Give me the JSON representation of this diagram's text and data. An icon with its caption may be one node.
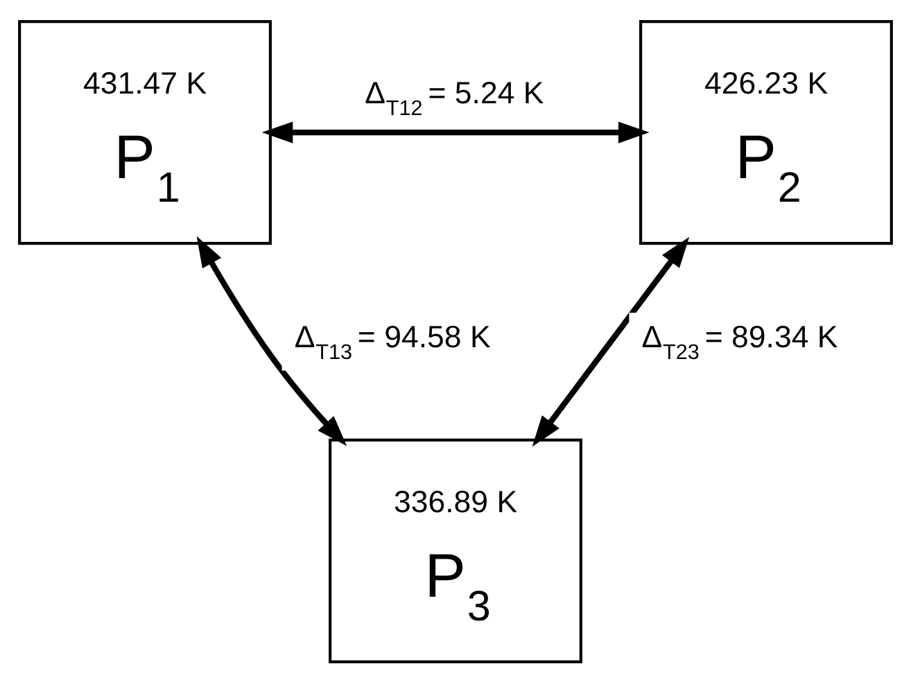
{
  "diagram": {
    "nodes": [
      {
        "text": [
          "431.47 K",
          "P$_{1}$"
        ]
      },
      {
        "text": [
          "426.23 K",
          "P$_{2}$"
        ]
      },
      {
        "text": [
          "336.89 K",
          "P$_{3}$"
        ]
      }
    ],
    "edges": [
      {
        "from": 0,
        "to": 1,
        "arrow": "both",
        "label": "Δ$_{T12}$ = 5.24 K"
      },
      {
        "from": 0,
        "to": 2,
        "arrow": "both",
        "label": "Δ$_{T13}$ = 94.58 K"
      },
      {
        "from": 1,
        "to": 2,
        "arrow": "both",
        "label": "Δ$_{T23}$ = 89.34 K"
      }
    ]
  }
}
